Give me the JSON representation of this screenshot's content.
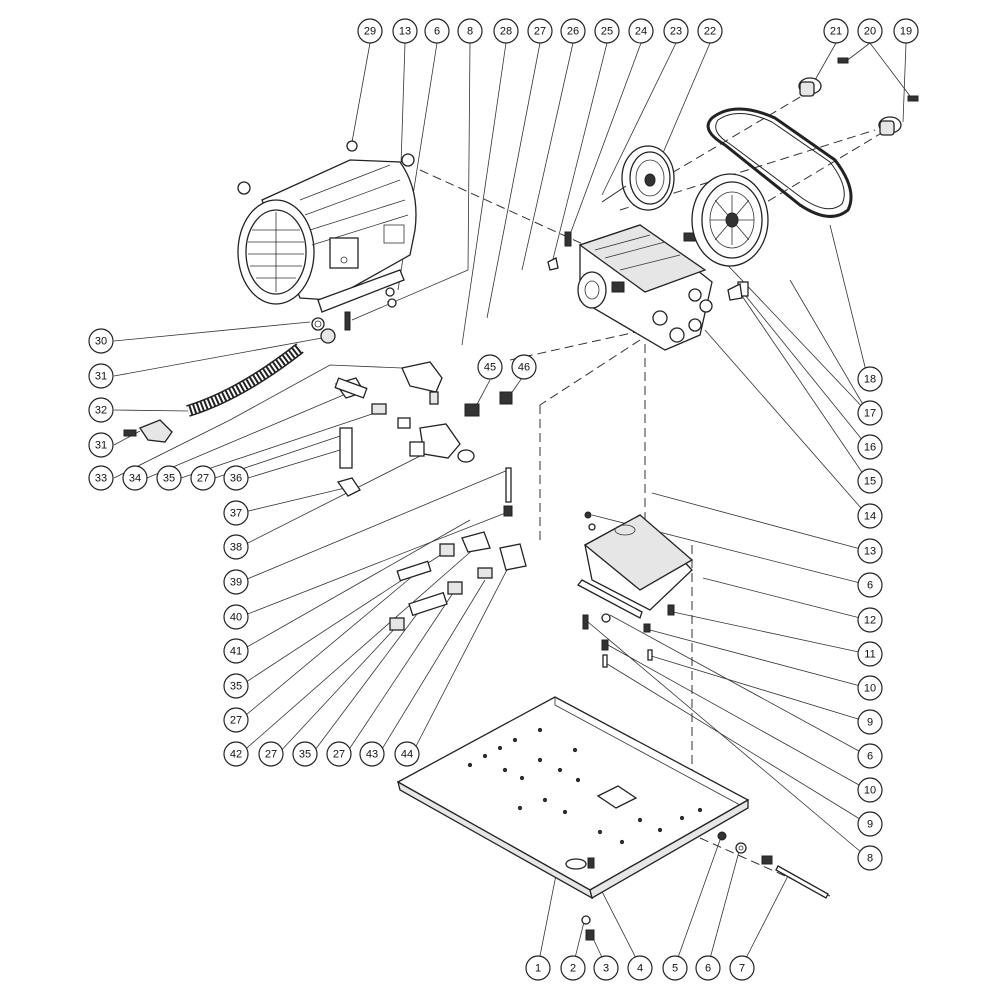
{
  "callouts": {
    "c29": "29",
    "c13t": "13",
    "c6t": "6",
    "c8t": "8",
    "c28": "28",
    "c27t": "27",
    "c26": "26",
    "c25": "25",
    "c24": "24",
    "c23": "23",
    "c22": "22",
    "c21": "21",
    "c20": "20",
    "c19": "19",
    "c30": "30",
    "c31a": "31",
    "c32": "32",
    "c31b": "31",
    "c33": "33",
    "c34": "34",
    "c35a": "35",
    "c27a": "27",
    "c36": "36",
    "c37": "37",
    "c38": "38",
    "c39": "39",
    "c40": "40",
    "c41": "41",
    "c35b": "35",
    "c27b": "27",
    "c42": "42",
    "c27c": "27",
    "c35c": "35",
    "c27d": "27",
    "c43": "43",
    "c44": "44",
    "c45": "45",
    "c46": "46",
    "c18": "18",
    "c17": "17",
    "c16": "16",
    "c15": "15",
    "c14": "14",
    "c13r": "13",
    "c6r": "6",
    "c12": "12",
    "c11": "11",
    "c10a": "10",
    "c9a": "9",
    "c6r2": "6",
    "c10b": "10",
    "c9b": "9",
    "c8r": "8",
    "c1": "1",
    "c2": "2",
    "c3": "3",
    "c4": "4",
    "c5": "5",
    "c6b": "6",
    "c7": "7"
  },
  "colors": {
    "line": "#222222",
    "background": "#ffffff"
  },
  "icons": {
    "motor": "electric-motor",
    "pump": "plunger-pump",
    "belt": "v-belt",
    "base": "base-plate"
  }
}
